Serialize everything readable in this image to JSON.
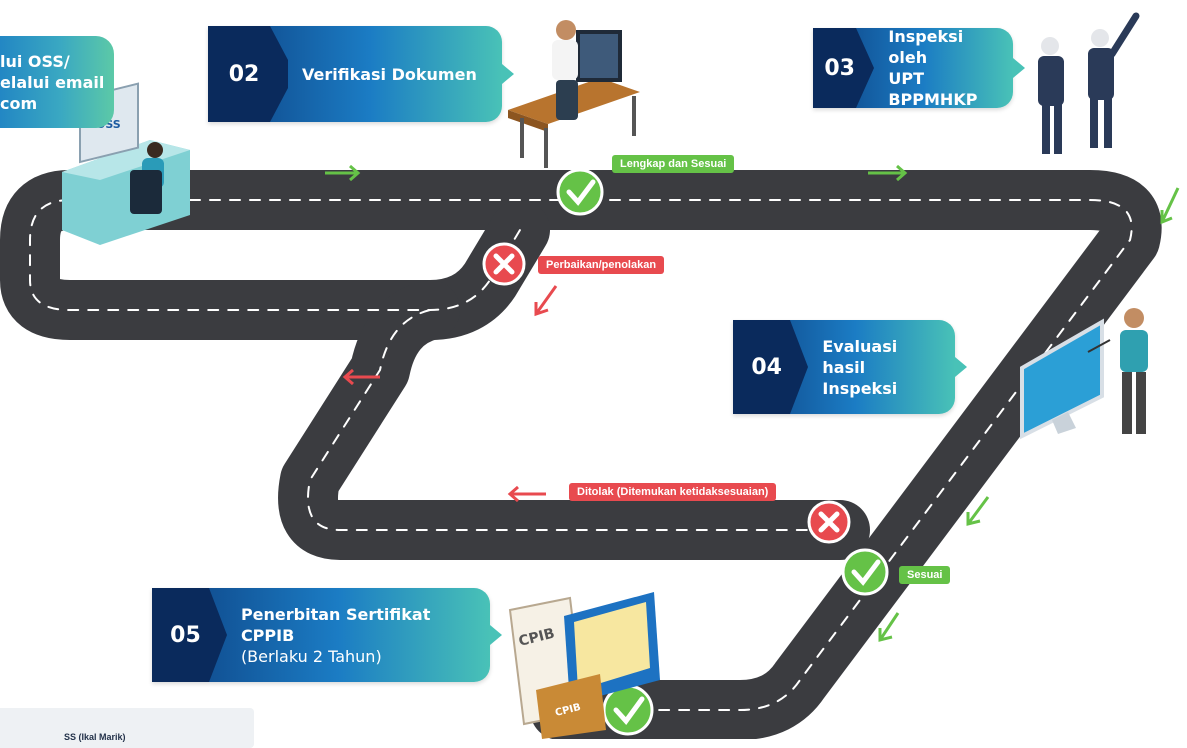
{
  "steps": {
    "s01": {
      "lines": [
        "lui OSS/",
        "elalui email",
        "com"
      ],
      "logo_text": "OSS"
    },
    "s02": {
      "number": "02",
      "title": "Verifikasi Dokumen"
    },
    "s03": {
      "number": "03",
      "title_line1": "Inspeksi oleh",
      "title_line2": "UPT BPPMHKP"
    },
    "s04": {
      "number": "04",
      "title_line1": "Evaluasi hasil",
      "title_line2": "Inspeksi"
    },
    "s05": {
      "number": "05",
      "title_line1": "Penerbitan Sertifikat CPPIB",
      "title_line2": "(Berlaku 2 Tahun)"
    }
  },
  "tags": {
    "lengkap": "Lengkap dan Sesuai",
    "perbaikan": "Perbaikan/penolakan",
    "ditolak": "Ditolak (Ditemukan ketidaksesuaian)",
    "sesuai": "Sesuai"
  },
  "certificate": {
    "doc_label": "CPIB",
    "folder_label": "CPIB"
  },
  "corner_panel": {
    "text": "SS (Ikal Marik)"
  },
  "colors": {
    "road": "#3b3c40",
    "road_edge": "#ffffff",
    "accept": "#65c247",
    "reject": "#e84a4f",
    "step_dark": "#0a2a5c",
    "step_mid": "#1b7cc4",
    "step_light": "#49c2b7"
  },
  "icons": {
    "accept": "check-circle-icon",
    "reject": "x-circle-icon",
    "arrow": "arrow-icon"
  }
}
